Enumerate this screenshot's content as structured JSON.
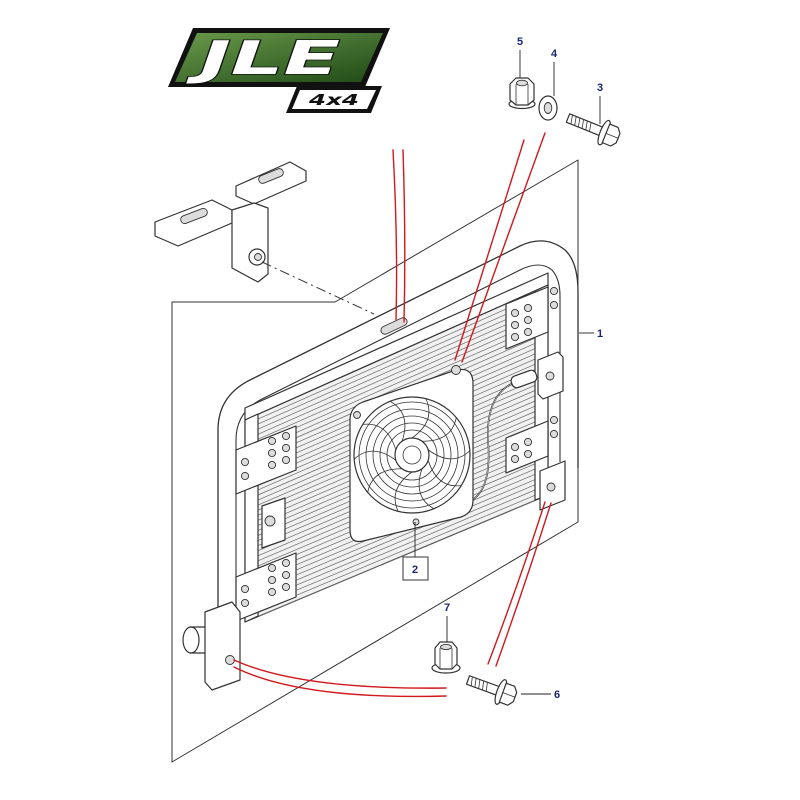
{
  "logo": {
    "brand": "JLE",
    "sub": "4x4"
  },
  "callouts": [
    {
      "label": "1"
    },
    {
      "label": "2"
    },
    {
      "label": "3"
    },
    {
      "label": "4"
    },
    {
      "label": "5"
    },
    {
      "label": "6"
    },
    {
      "label": "7"
    }
  ],
  "colors": {
    "callout_text": "#1c2670",
    "highlight_line": "#d0181e",
    "line": "#333333",
    "logo_green_dark": "#1f4a17",
    "logo_green_light": "#6a9a4a"
  }
}
